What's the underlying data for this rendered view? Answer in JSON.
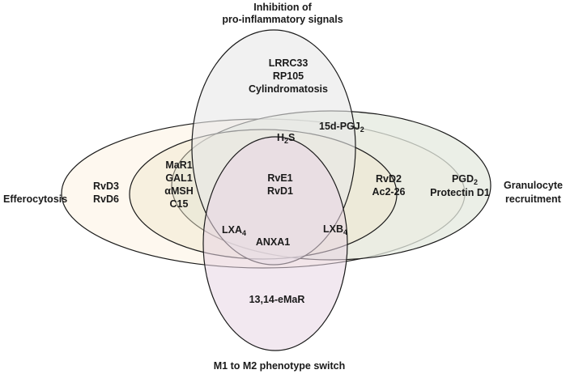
{
  "categories": {
    "top": [
      "Inhibition of",
      "pro-inflammatory signals"
    ],
    "left": "Efferocytosis",
    "right": [
      "Granulocyte",
      "recruitment"
    ],
    "bottom": "M1 to M2 phenotype switch"
  },
  "regions": {
    "top_only": [
      "LRRC33",
      "RP105",
      "Cylindromatosis"
    ],
    "top_right_overlap": {
      "base": "15d-PGJ",
      "sub": "2"
    },
    "top_center_overlap": {
      "base": "H",
      "sub": "2",
      "tail": "S"
    },
    "left_only": [
      "RvD3",
      "RvD6"
    ],
    "left_middle": [
      "MaR1",
      "GAL1",
      "αMSH",
      "C15"
    ],
    "center": [
      "RvE1",
      "RvD1"
    ],
    "middle_right": [
      "RvD2",
      "Ac2-26"
    ],
    "right_only": {
      "line1_base": "PGD",
      "line1_sub": "2",
      "line2": "Protectin D1"
    },
    "lxa": {
      "base": "LXA",
      "sub": "4"
    },
    "lxb": {
      "base": "LXB",
      "sub": "4"
    },
    "anxa": "ANXA1",
    "bottom_only": "13,14-eMaR"
  },
  "colors": {
    "top_ellipse": "#e7e7e7",
    "left_ellipse": "#fdf6ea",
    "right_ellipse": "#e4e9df",
    "middle_ellipse": "#f0e6cc",
    "bottom_ellipse": "#e8d6e3",
    "outline": "#1a1a1a"
  }
}
